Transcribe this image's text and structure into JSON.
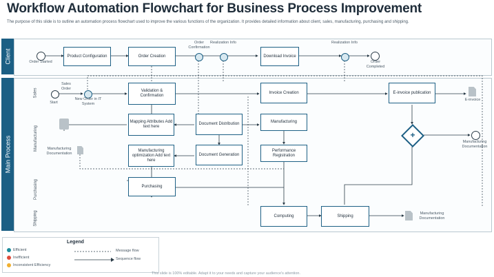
{
  "title": "Workflow Automation Flowchart for Business Process Improvement",
  "subtitle": "The purpose of this slide is to outline an automation process flowchart used to improve the various functions of the organization. It provides detailed information about client, sales, manufacturing, purchasing and shipping.",
  "lanes": {
    "client": "Client",
    "main": "Main Process",
    "sales": "Sales",
    "manufacturing": "Manufacturing",
    "purchasing": "Purchasing",
    "shipping": "Shipping"
  },
  "nodes": {
    "order_started": "Order Started",
    "product_configuration": "Product Configuration",
    "order_creation": "Order Creation",
    "order_confirmation": "Order Confirmation",
    "realization_info_1": "Realization Info",
    "download_invoice": "Download Invoice",
    "realization_info_2": "Realization Info",
    "order_completed": "Order Completed",
    "sales_order": "Sales Order",
    "start": "Start",
    "new_order": "New Order in IT System",
    "validation": "Validation & Confirmation",
    "invoice_creation": "Invoice Creation",
    "e_invoice_publication": "E-invoice publication",
    "e_invoice": "E-invoice",
    "mapping_attributes": "Mapping Attributes Add text here",
    "document_distribution": "Document Distribution",
    "manufacturing": "Manufacturing",
    "manufacturing_optimization": "Manufacturing optimization Add text here",
    "document_generation": "Document Generation",
    "performance_registration": "Performance Registration",
    "manufacturing_documentation_left": "Manufacturing Documentation",
    "manufacturing_documentation_right": "Manufacturing Documentation",
    "purchasing": "Purchasing",
    "computing": "Computing",
    "shipping": "Shipping",
    "manufacturing_documentation_bottom": "Manufacturing Documentation"
  },
  "legend": {
    "title": "Legend",
    "items": [
      "Efficient",
      "Inefficient",
      "Inconsistent Efficiency"
    ],
    "message_flow": "Message flow",
    "sequence_flow": "Sequence flow"
  },
  "colors": {
    "lane": "#1c5f84",
    "efficient": "#1c8c9c",
    "inefficient": "#e04b3a",
    "inconsistent": "#f0b030"
  },
  "footer": "This slide is 100% editable. Adapt it to your needs and capture your audience's attention."
}
